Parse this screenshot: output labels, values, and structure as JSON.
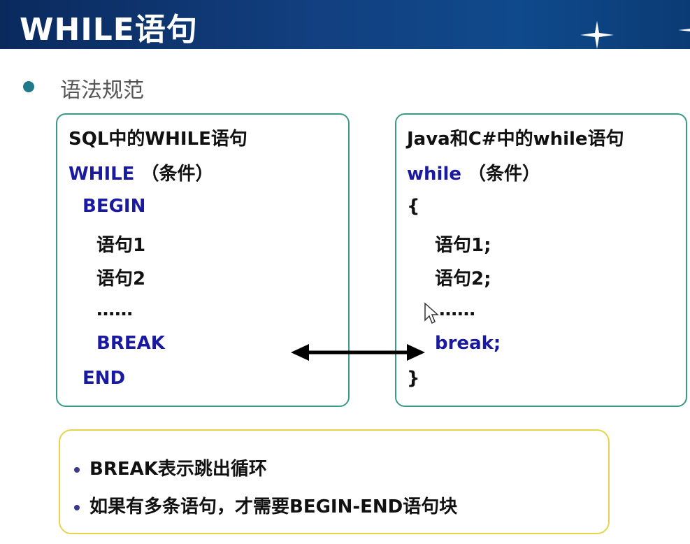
{
  "header": {
    "title": "WHILE语句"
  },
  "section": {
    "title": "语法规范"
  },
  "sql_box": {
    "heading": "SQL中的WHILE语句",
    "lines": [
      {
        "text": "WHILE",
        "rest": " （条件）"
      },
      {
        "text": "BEGIN"
      },
      {
        "text": "语句1"
      },
      {
        "text": "语句2"
      },
      {
        "text": "……"
      },
      {
        "text": "BREAK"
      },
      {
        "text": "END"
      }
    ]
  },
  "java_box": {
    "heading": "Java和C#中的while语句",
    "lines": [
      {
        "text": "while",
        "rest": " （条件）"
      },
      {
        "text": "{"
      },
      {
        "text": "语句1;"
      },
      {
        "text": "语句2;"
      },
      {
        "text": "……"
      },
      {
        "text": "break;"
      },
      {
        "text": "}"
      }
    ]
  },
  "notes": [
    "BREAK表示跳出循环",
    "如果有多条语句，才需要BEGIN-END语句块"
  ],
  "colors": {
    "header_bg": "#123f7f",
    "keyword_blue": "#1a1aa0",
    "box_border": "#3a9a8a",
    "note_border": "#e8d44a"
  }
}
